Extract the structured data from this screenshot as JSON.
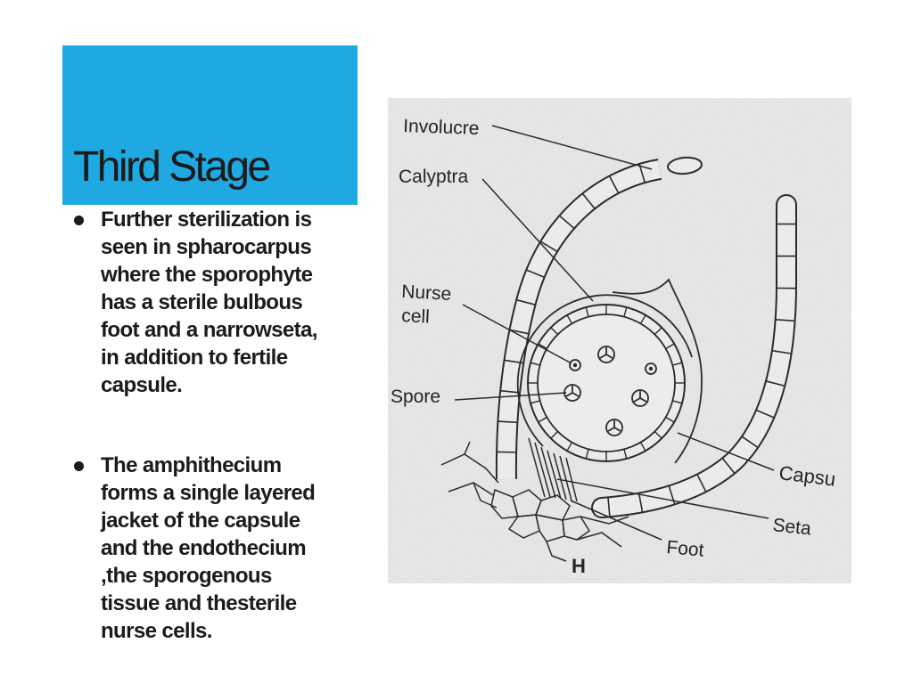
{
  "slide": {
    "title": "Third Stage",
    "accent_color": "#1ea9e2",
    "bullets": [
      {
        "lines": [
          "Further sterilization is",
          "seen in spharocarpus",
          "where the sporophyte",
          "has a sterile bulbous",
          "foot and a narrowseta,",
          "in addition to fertile",
          "capsule."
        ]
      },
      {
        "lines": [
          "The amphithecium",
          "forms a single layered",
          "jacket of the capsule",
          "and the endothecium",
          ",the sporogenous",
          "tissue and thesterile",
          "nurse cells."
        ]
      }
    ]
  },
  "figure": {
    "labels": {
      "involucre": "Involucre",
      "calyptra": "Calyptra",
      "nurse_line1": "Nurse",
      "nurse_line2": "cell",
      "spore": "Spore",
      "capsule": "Capsu",
      "seta": "Seta",
      "foot": "Foot",
      "panel": "H"
    }
  }
}
